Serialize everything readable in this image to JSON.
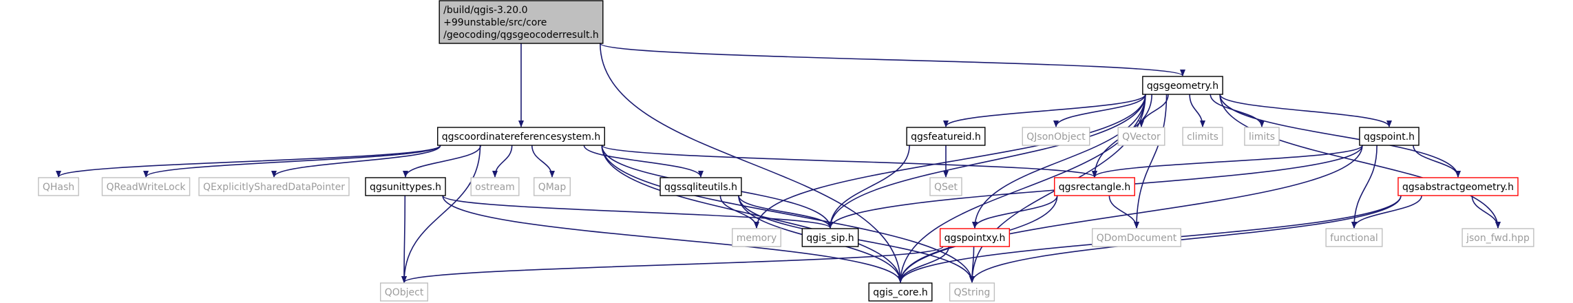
{
  "diagram": {
    "colors": {
      "edge": "#191970",
      "root_fill": "#bfbfbf",
      "box_black": "#000000",
      "box_red": "#ff0000",
      "box_gray": "#bfbfbf"
    },
    "nodes": [
      {
        "id": "root",
        "lines": [
          "/build/qgis-3.20.0",
          "+99unstable/src/core",
          "/geocoding/qgsgeocoderresult.h"
        ],
        "style": "root"
      },
      {
        "id": "qgsgeometry",
        "lines": [
          "qgsgeometry.h"
        ],
        "style": "black"
      },
      {
        "id": "qgscrs",
        "lines": [
          "qgscoordinatereferencesystem.h"
        ],
        "style": "black"
      },
      {
        "id": "qgsfeatureid",
        "lines": [
          "qgsfeatureid.h"
        ],
        "style": "black"
      },
      {
        "id": "qjsonobject",
        "lines": [
          "QJsonObject"
        ],
        "style": "gray"
      },
      {
        "id": "qvector",
        "lines": [
          "QVector"
        ],
        "style": "gray"
      },
      {
        "id": "climits",
        "lines": [
          "climits"
        ],
        "style": "gray"
      },
      {
        "id": "limits",
        "lines": [
          "limits"
        ],
        "style": "gray"
      },
      {
        "id": "qgspoint",
        "lines": [
          "qgspoint.h"
        ],
        "style": "black"
      },
      {
        "id": "qhash",
        "lines": [
          "QHash"
        ],
        "style": "gray"
      },
      {
        "id": "qreadwritelock",
        "lines": [
          "QReadWriteLock"
        ],
        "style": "gray"
      },
      {
        "id": "qexplicit",
        "lines": [
          "QExplicitlySharedDataPointer"
        ],
        "style": "gray"
      },
      {
        "id": "qgsunittypes",
        "lines": [
          "qgsunittypes.h"
        ],
        "style": "black"
      },
      {
        "id": "ostream",
        "lines": [
          "ostream"
        ],
        "style": "gray"
      },
      {
        "id": "qmap",
        "lines": [
          "QMap"
        ],
        "style": "gray"
      },
      {
        "id": "qgssqliteutils",
        "lines": [
          "qgssqliteutils.h"
        ],
        "style": "black"
      },
      {
        "id": "qset",
        "lines": [
          "QSet"
        ],
        "style": "gray"
      },
      {
        "id": "qgsrectangle",
        "lines": [
          "qgsrectangle.h"
        ],
        "style": "red"
      },
      {
        "id": "qgsabstractgeometry",
        "lines": [
          "qgsabstractgeometry.h"
        ],
        "style": "red"
      },
      {
        "id": "memory",
        "lines": [
          "memory"
        ],
        "style": "gray"
      },
      {
        "id": "qgis_sip",
        "lines": [
          "qgis_sip.h"
        ],
        "style": "black"
      },
      {
        "id": "qgspointxy",
        "lines": [
          "qgspointxy.h"
        ],
        "style": "red"
      },
      {
        "id": "qdomdocument",
        "lines": [
          "QDomDocument"
        ],
        "style": "gray"
      },
      {
        "id": "functional",
        "lines": [
          "functional"
        ],
        "style": "gray"
      },
      {
        "id": "json_fwd",
        "lines": [
          "json_fwd.hpp"
        ],
        "style": "gray"
      },
      {
        "id": "qobject",
        "lines": [
          "QObject"
        ],
        "style": "gray"
      },
      {
        "id": "qgis_core",
        "lines": [
          "qgis_core.h"
        ],
        "style": "black"
      },
      {
        "id": "qstring",
        "lines": [
          "QString"
        ],
        "style": "gray"
      }
    ],
    "edges": [
      [
        "root",
        "qgsgeometry"
      ],
      [
        "root",
        "qgscrs"
      ],
      [
        "root",
        "qgis_core"
      ],
      [
        "qgsgeometry",
        "qgsfeatureid"
      ],
      [
        "qgsgeometry",
        "qjsonobject"
      ],
      [
        "qgsgeometry",
        "qvector"
      ],
      [
        "qgsgeometry",
        "climits"
      ],
      [
        "qgsgeometry",
        "limits"
      ],
      [
        "qgsgeometry",
        "qgspoint"
      ],
      [
        "qgsgeometry",
        "memory"
      ],
      [
        "qgsgeometry",
        "qgis_sip"
      ],
      [
        "qgsgeometry",
        "qgis_core"
      ],
      [
        "qgsgeometry",
        "qgspointxy"
      ],
      [
        "qgsgeometry",
        "qdomdocument"
      ],
      [
        "qgsgeometry",
        "qgsrectangle"
      ],
      [
        "qgsgeometry",
        "qgsabstractgeometry"
      ],
      [
        "qgsgeometry",
        "json_fwd"
      ],
      [
        "qgsgeometry",
        "qstring"
      ],
      [
        "qgsfeatureid",
        "qset"
      ],
      [
        "qgsfeatureid",
        "qgis_sip"
      ],
      [
        "qgspoint",
        "qgsabstractgeometry"
      ],
      [
        "qgspoint",
        "qgsrectangle"
      ],
      [
        "qgspoint",
        "qgis_sip"
      ],
      [
        "qgspoint",
        "qgis_core"
      ],
      [
        "qgspoint",
        "functional"
      ],
      [
        "qgscrs",
        "qhash"
      ],
      [
        "qgscrs",
        "qreadwritelock"
      ],
      [
        "qgscrs",
        "qexplicit"
      ],
      [
        "qgscrs",
        "qgsunittypes"
      ],
      [
        "qgscrs",
        "ostream"
      ],
      [
        "qgscrs",
        "qmap"
      ],
      [
        "qgscrs",
        "qgssqliteutils"
      ],
      [
        "qgscrs",
        "qgsrectangle"
      ],
      [
        "qgscrs",
        "qgis_sip"
      ],
      [
        "qgscrs",
        "qgis_core"
      ],
      [
        "qgscrs",
        "qstring"
      ],
      [
        "qgscrs",
        "qobject"
      ],
      [
        "qgsunittypes",
        "qobject"
      ],
      [
        "qgsunittypes",
        "qgis_sip"
      ],
      [
        "qgsunittypes",
        "qgis_core"
      ],
      [
        "qgssqliteutils",
        "memory"
      ],
      [
        "qgssqliteutils",
        "qgis_sip"
      ],
      [
        "qgssqliteutils",
        "qgis_core"
      ],
      [
        "qgssqliteutils",
        "qstring"
      ],
      [
        "qgsrectangle",
        "qgspointxy"
      ],
      [
        "qgsrectangle",
        "qdomdocument"
      ],
      [
        "qgsrectangle",
        "qgis_core"
      ],
      [
        "qgspointxy",
        "qobject"
      ],
      [
        "qgspointxy",
        "qgis_core"
      ],
      [
        "qgspointxy",
        "qstring"
      ],
      [
        "qgsabstractgeometry",
        "functional"
      ],
      [
        "qgsabstractgeometry",
        "json_fwd"
      ],
      [
        "qgsabstractgeometry",
        "qgis_core"
      ],
      [
        "qgsabstractgeometry",
        "qstring"
      ]
    ]
  }
}
